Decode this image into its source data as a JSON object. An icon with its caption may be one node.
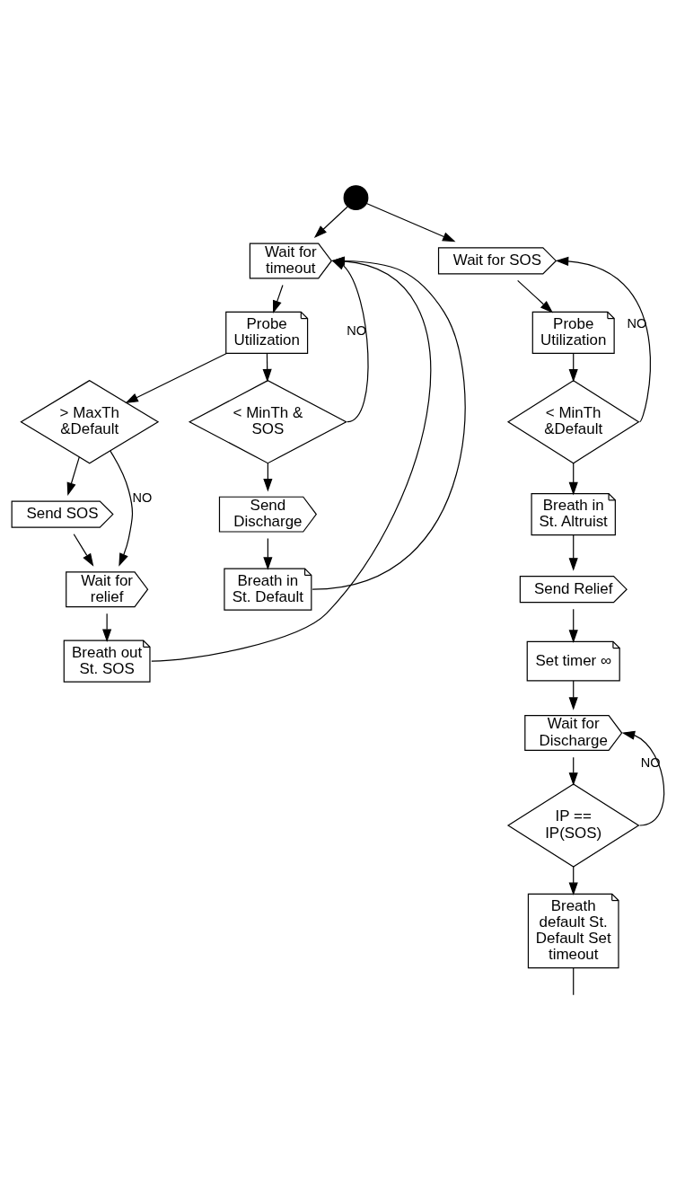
{
  "diagram": {
    "nodes": [
      {
        "text": [],
        "shape": "circle"
      },
      {
        "text": [
          "Wait for timeout"
        ]
      },
      {
        "text": [
          "Probe Utilization"
        ]
      },
      {
        "text": [
          "> MaxTh &Default"
        ]
      },
      {
        "text": [
          "< MinTh & SOS"
        ]
      },
      {
        "text": [
          "Send SOS"
        ]
      },
      {
        "text": [
          "Wait for relief"
        ]
      },
      {
        "text": [
          "Breath out St. SOS"
        ]
      },
      {
        "text": [
          "Send Discharge"
        ]
      },
      {
        "text": [
          "Breath in St. Default"
        ]
      },
      {
        "text": [
          "Wait for SOS"
        ]
      },
      {
        "text": [
          "Probe Utilization"
        ]
      },
      {
        "text": [
          "< MinTh &Default"
        ]
      },
      {
        "text": [
          "Breath in St. Altruist"
        ]
      },
      {
        "text": [
          "Send Relief"
        ]
      },
      {
        "text": [
          "Set timer ∞"
        ]
      },
      {
        "text": [
          "Wait for Discharge"
        ]
      },
      {
        "text": [
          "IP == IP(SOS)"
        ]
      },
      {
        "text": [
          "Breath default St. Default Set timeout"
        ]
      }
    ],
    "edges": [
      {
        "from": 0,
        "to": 1,
        "arrow": "to"
      },
      {
        "from": 0,
        "to": 10,
        "arrow": "to"
      },
      {
        "from": 1,
        "to": 2,
        "arrow": "to"
      },
      {
        "from": 2,
        "to": 3,
        "arrow": "to"
      },
      {
        "from": 2,
        "to": 4,
        "arrow": "to"
      },
      {
        "from": 3,
        "to": 5,
        "arrow": "to"
      },
      {
        "from": 3,
        "to": 6,
        "label": "NO",
        "arrow": "to"
      },
      {
        "from": 5,
        "to": 6,
        "arrow": "to"
      },
      {
        "from": 6,
        "to": 7,
        "arrow": "to"
      },
      {
        "from": 7,
        "to": 1,
        "arrow": "to"
      },
      {
        "from": 4,
        "to": 8,
        "arrow": "to"
      },
      {
        "from": 4,
        "to": 1,
        "label": "NO",
        "arrow": "to"
      },
      {
        "from": 8,
        "to": 9,
        "arrow": "to"
      },
      {
        "from": 9,
        "to": 1,
        "arrow": "to"
      },
      {
        "from": 10,
        "to": 11,
        "arrow": "to"
      },
      {
        "from": 11,
        "to": 12,
        "arrow": "to"
      },
      {
        "from": 12,
        "to": 10,
        "label": "NO",
        "arrow": "to"
      },
      {
        "from": 12,
        "to": 13,
        "arrow": "to"
      },
      {
        "from": 13,
        "to": 14,
        "arrow": "to"
      },
      {
        "from": 14,
        "to": 15,
        "arrow": "to"
      },
      {
        "from": 15,
        "to": 16,
        "arrow": "to"
      },
      {
        "from": 16,
        "to": 17,
        "arrow": "to"
      },
      {
        "from": 17,
        "to": 16,
        "label": "NO",
        "arrow": "to"
      },
      {
        "from": 17,
        "to": 18,
        "arrow": "to"
      },
      {
        "from": 18,
        "to": null,
        "arrow": "none"
      }
    ]
  }
}
